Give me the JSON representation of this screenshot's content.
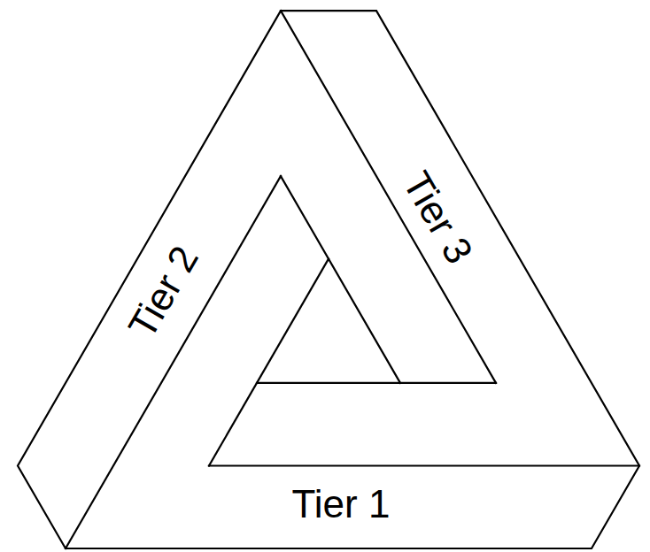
{
  "diagram": {
    "labels": [
      "Tier 2",
      "Tier 3",
      "Tier 1"
    ]
  }
}
